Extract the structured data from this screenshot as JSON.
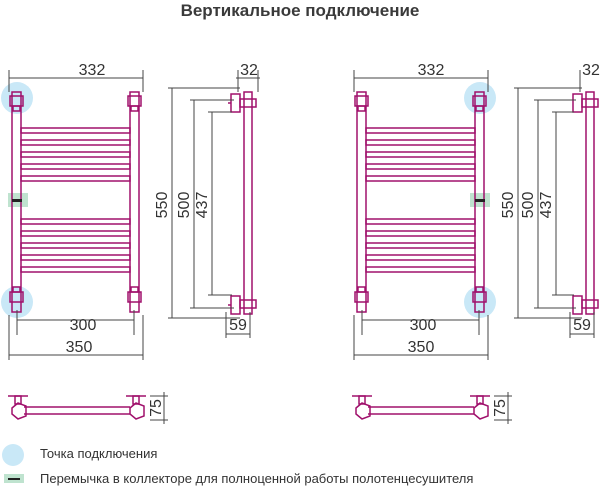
{
  "title": "Вертикальное подключение",
  "colors": {
    "pipe": "#a0106c",
    "dim_line": "#444444",
    "connection_point": "#c9e8f7",
    "jumper_highlight": "#bfe3cf"
  },
  "dimensions": {
    "width_total": "332",
    "depth_mount": "32",
    "height_total": "550",
    "height_mid": "500",
    "height_axis": "437",
    "offset_bottom": "59",
    "center_distance": "300",
    "width_outer": "350",
    "wall_offset": "75"
  },
  "legend": {
    "connection_point": "Точка подключения",
    "jumper": "Перемычка в коллекторе для полноценной работы полотенцесушителя"
  }
}
